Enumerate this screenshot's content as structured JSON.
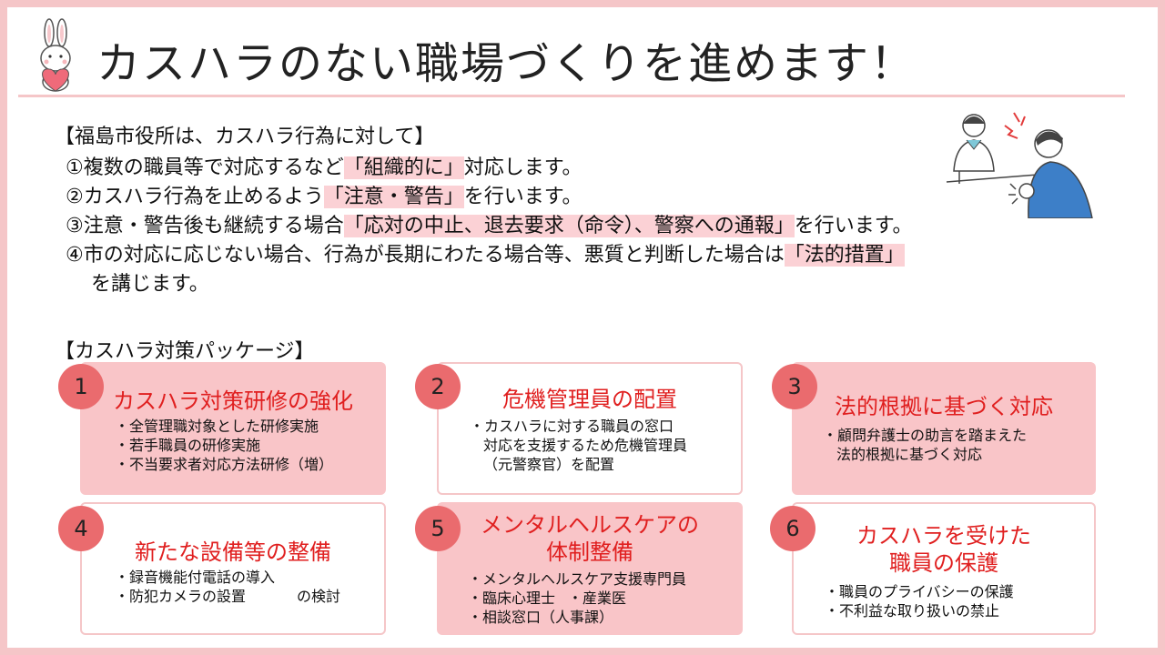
{
  "title": "カスハラのない職場づくりを進めます！",
  "intro": {
    "heading": "【福島市役所は、カスハラ行為に対して】",
    "items": [
      {
        "pre": "①複数の職員等で対応するなど",
        "hl": "「組織的に」",
        "post": "対応します。"
      },
      {
        "pre": "②カスハラ行為を止めるよう",
        "hl": "「注意・警告」",
        "post": "を行います。"
      },
      {
        "pre": "③注意・警告後も継続する場合",
        "hl": "「応対の中止、退去要求（命令）、警察への通報」",
        "post": "を行います。"
      },
      {
        "pre": "④市の対応に応じない場合、行為が長期にわたる場合等、悪質と判断した場合は",
        "hl": "「法的措置」",
        "post": ""
      }
    ],
    "continuation": "を講じます。"
  },
  "package_title": "【カスハラ対策パッケージ】",
  "cards": [
    {
      "number": "1",
      "title_lines": [
        "カスハラ対策研修の強化"
      ],
      "bullets": [
        "・全管理職対象とした研修実施",
        "・若手職員の研修実施",
        "・不当要求者対応方法研修（増）"
      ]
    },
    {
      "number": "2",
      "title_lines": [
        "危機管理員の配置"
      ],
      "bullets": [
        "・カスハラに対する職員の窓口",
        "対応を支援するため危機管理員",
        "（元警察官）を配置"
      ]
    },
    {
      "number": "3",
      "title_lines": [
        "法的根拠に基づく対応"
      ],
      "bullets": [
        "・顧問弁護士の助言を踏まえた",
        "法的根拠に基づく対応"
      ]
    },
    {
      "number": "4",
      "title_lines": [
        "新たな設備等の整備"
      ],
      "bullets": [
        "・録音機能付電話の導入",
        "・防犯カメラの設置",
        "の検討"
      ]
    },
    {
      "number": "5",
      "title_lines": [
        "メンタルヘルスケアの",
        "体制整備"
      ],
      "bullets": [
        "・メンタルヘルスケア支援専門員",
        "・臨床心理士",
        "・産業医",
        "・相談窓口（人事課）"
      ]
    },
    {
      "number": "6",
      "title_lines": [
        "カスハラを受けた",
        "職員の保護"
      ],
      "bullets": [
        "・職員のプライバシーの保護",
        "・不利益な取り扱いの禁止"
      ]
    }
  ],
  "colors": {
    "accent_pink": "#f5c6c8",
    "card_fill": "#f9c5c8",
    "number_circle": "#ea6b6e",
    "title_red": "#e01f1f",
    "highlight": "#fbd1d5"
  }
}
